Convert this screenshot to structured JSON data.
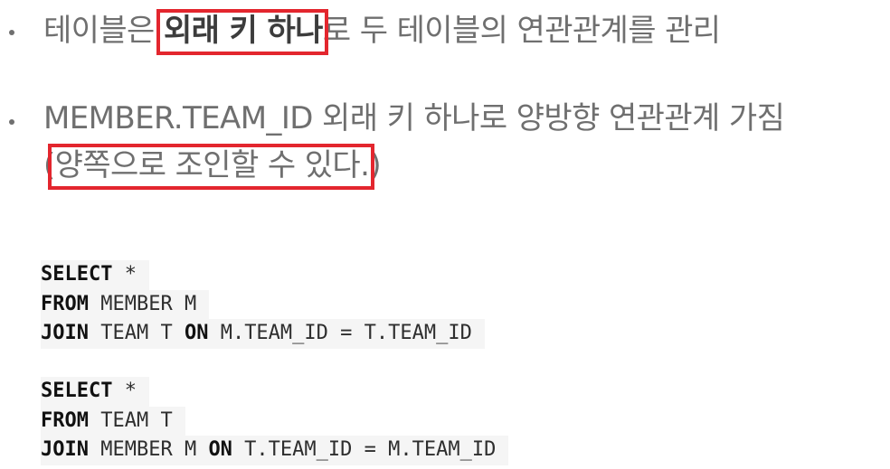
{
  "bullets": [
    {
      "prefix": "테이블은 ",
      "highlight": "외래 키 하나",
      "suffix": "로 두 테이블의 연관관계를 관리"
    },
    {
      "line1": "MEMBER.TEAM_ID 외래 키 하나로 양방향 연관관계 가짐",
      "open_paren": "(",
      "highlight": "양쪽으로 조인할 수 있다.",
      "close_paren": ")"
    }
  ],
  "queries": [
    {
      "line1": {
        "kw": "SELECT",
        "rest": " *"
      },
      "line2": {
        "kw": "FROM",
        "rest": " MEMBER M"
      },
      "line3": {
        "kw1": "JOIN",
        "mid": " TEAM T ",
        "kw2": "ON",
        "rest": " M.TEAM_ID = T.TEAM_ID"
      }
    },
    {
      "line1": {
        "kw": "SELECT",
        "rest": " *"
      },
      "line2": {
        "kw": "FROM",
        "rest": " TEAM T"
      },
      "line3": {
        "kw1": "JOIN",
        "mid": " MEMBER M ",
        "kw2": "ON",
        "rest": " T.TEAM_ID = M.TEAM_ID"
      }
    }
  ]
}
